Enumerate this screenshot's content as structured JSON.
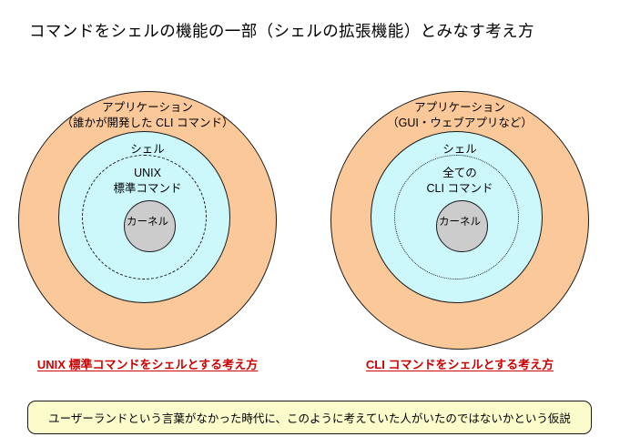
{
  "title": "コマンドをシェルの機能の一部（シェルの拡張機能）とみなす考え方",
  "colors": {
    "application_ring": "#fbc999",
    "shell_ring": "#ccf8fb",
    "kernel_circle": "#cccccc",
    "outline": "#1a1a1a",
    "caption_red": "#cc0000",
    "note_background": "#fbfbcc",
    "background": "#ffffff"
  },
  "diagrams": [
    {
      "id": "left",
      "application_label_line1": "アプリケーション",
      "application_label_line2": "（誰かが開発した CLI コマンド）",
      "shell_label": "シェル",
      "commands_label_line1": "UNIX",
      "commands_label_line2": "標準コマンド",
      "commands_border_style": "dashed",
      "kernel_label": "カーネル",
      "caption": "UNIX 標準コマンドをシェルとする考え方"
    },
    {
      "id": "right",
      "application_label_line1": "アプリケーション",
      "application_label_line2": "（GUI・ウェブアプリなど）",
      "shell_label": "シェル",
      "commands_label_line1": "全ての",
      "commands_label_line2": "CLI コマンド",
      "commands_border_style": "dotted",
      "kernel_label": "カーネル",
      "caption": "CLI コマンドをシェルとする考え方"
    }
  ],
  "note": "ユーザーランドという言葉がなかった時代に、このように考えていた人がいたのではないかという仮説"
}
